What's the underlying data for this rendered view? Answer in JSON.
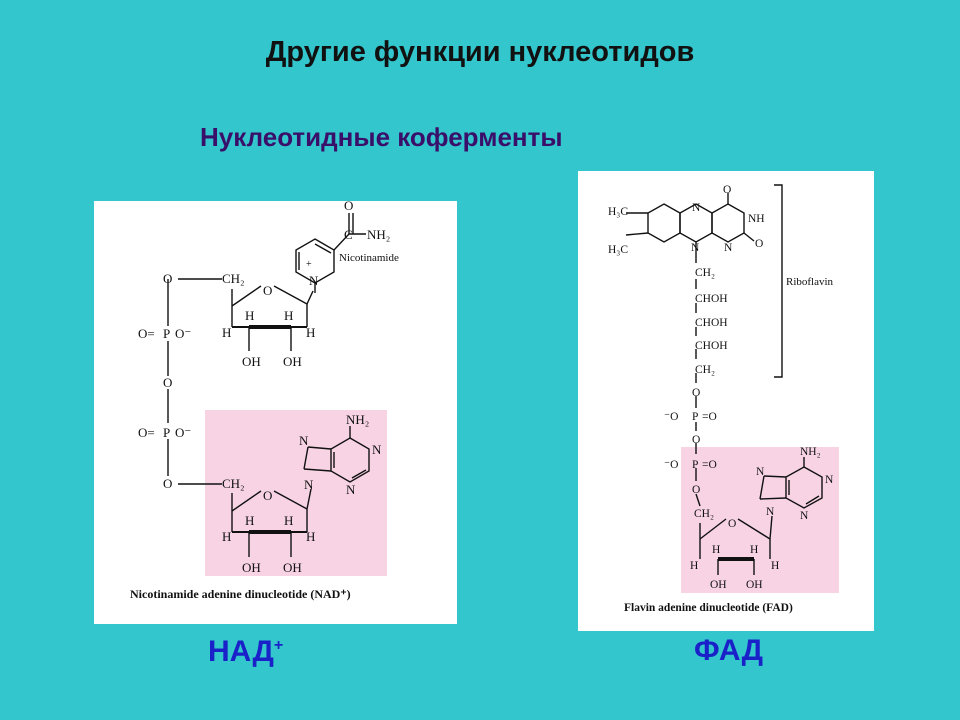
{
  "slide": {
    "title": "Другие функции нуклеотидов",
    "subtitle": "Нуклеотидные коферменты"
  },
  "nad": {
    "label_main": "НАД",
    "label_sup": "+",
    "caption": "Nicotinamide adenine dinucleotide (NAD⁺)",
    "nicotinamide_label": "Nicotinamide",
    "atoms": {
      "o": "O",
      "c": "C",
      "nh2": "NH₂",
      "n": "N",
      "ch2": "CH₂",
      "p": "P",
      "h": "H",
      "oh": "OH",
      "o_minus": "O⁻",
      "o_eq": "O=",
      "plus": "+"
    }
  },
  "fad": {
    "label_main": "ФАД",
    "caption": "Flavin adenine dinucleotide (FAD)",
    "riboflavin_label": "Riboflavin",
    "atoms": {
      "h3c": "H₃C",
      "o": "O",
      "nh": "NH",
      "n": "N",
      "ch2": "CH₂",
      "choh": "CHOH",
      "p": "P",
      "eq_o": "=O",
      "minus_o": "⁻O",
      "nh2": "NH₂",
      "h": "H",
      "oh": "OH"
    }
  },
  "colors": {
    "background": "#33c6cc",
    "title": "#111111",
    "subtitle": "#3a0f6a",
    "caption_labels": "#1a21c9",
    "highlight": "#f7d3e4"
  }
}
